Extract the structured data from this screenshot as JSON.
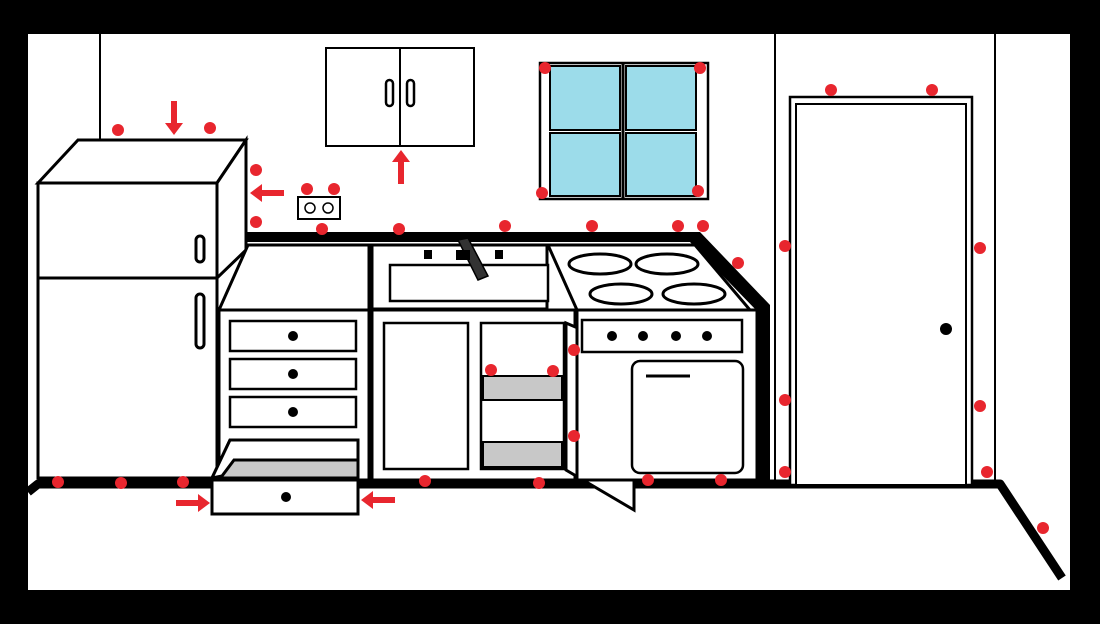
{
  "colors": {
    "frame": "#000000",
    "wall": "#ffffff",
    "outline": "#000000",
    "glass": "#9cdcea",
    "shelf": "#c8c8c8",
    "marker": "#e8262e",
    "knob": "#000000"
  },
  "marker_style": "red-dot",
  "arrow_style": "red-arrow",
  "items": [
    {
      "name": "refrigerator",
      "icon": "refrigerator-icon"
    },
    {
      "name": "wall-outlet",
      "icon": "outlet-icon"
    },
    {
      "name": "upper-cabinet",
      "icon": "cabinet-icon"
    },
    {
      "name": "window",
      "icon": "window-icon"
    },
    {
      "name": "countertop",
      "icon": "counter-icon"
    },
    {
      "name": "sink",
      "icon": "sink-icon"
    },
    {
      "name": "faucet",
      "icon": "faucet-icon"
    },
    {
      "name": "stove",
      "icon": "stove-icon"
    },
    {
      "name": "oven",
      "icon": "oven-icon"
    },
    {
      "name": "drawers",
      "icon": "drawer-icon"
    },
    {
      "name": "open-drawer",
      "icon": "drawer-icon"
    },
    {
      "name": "open-sink-cabinet",
      "icon": "cabinet-door-icon"
    },
    {
      "name": "door",
      "icon": "door-icon"
    }
  ]
}
